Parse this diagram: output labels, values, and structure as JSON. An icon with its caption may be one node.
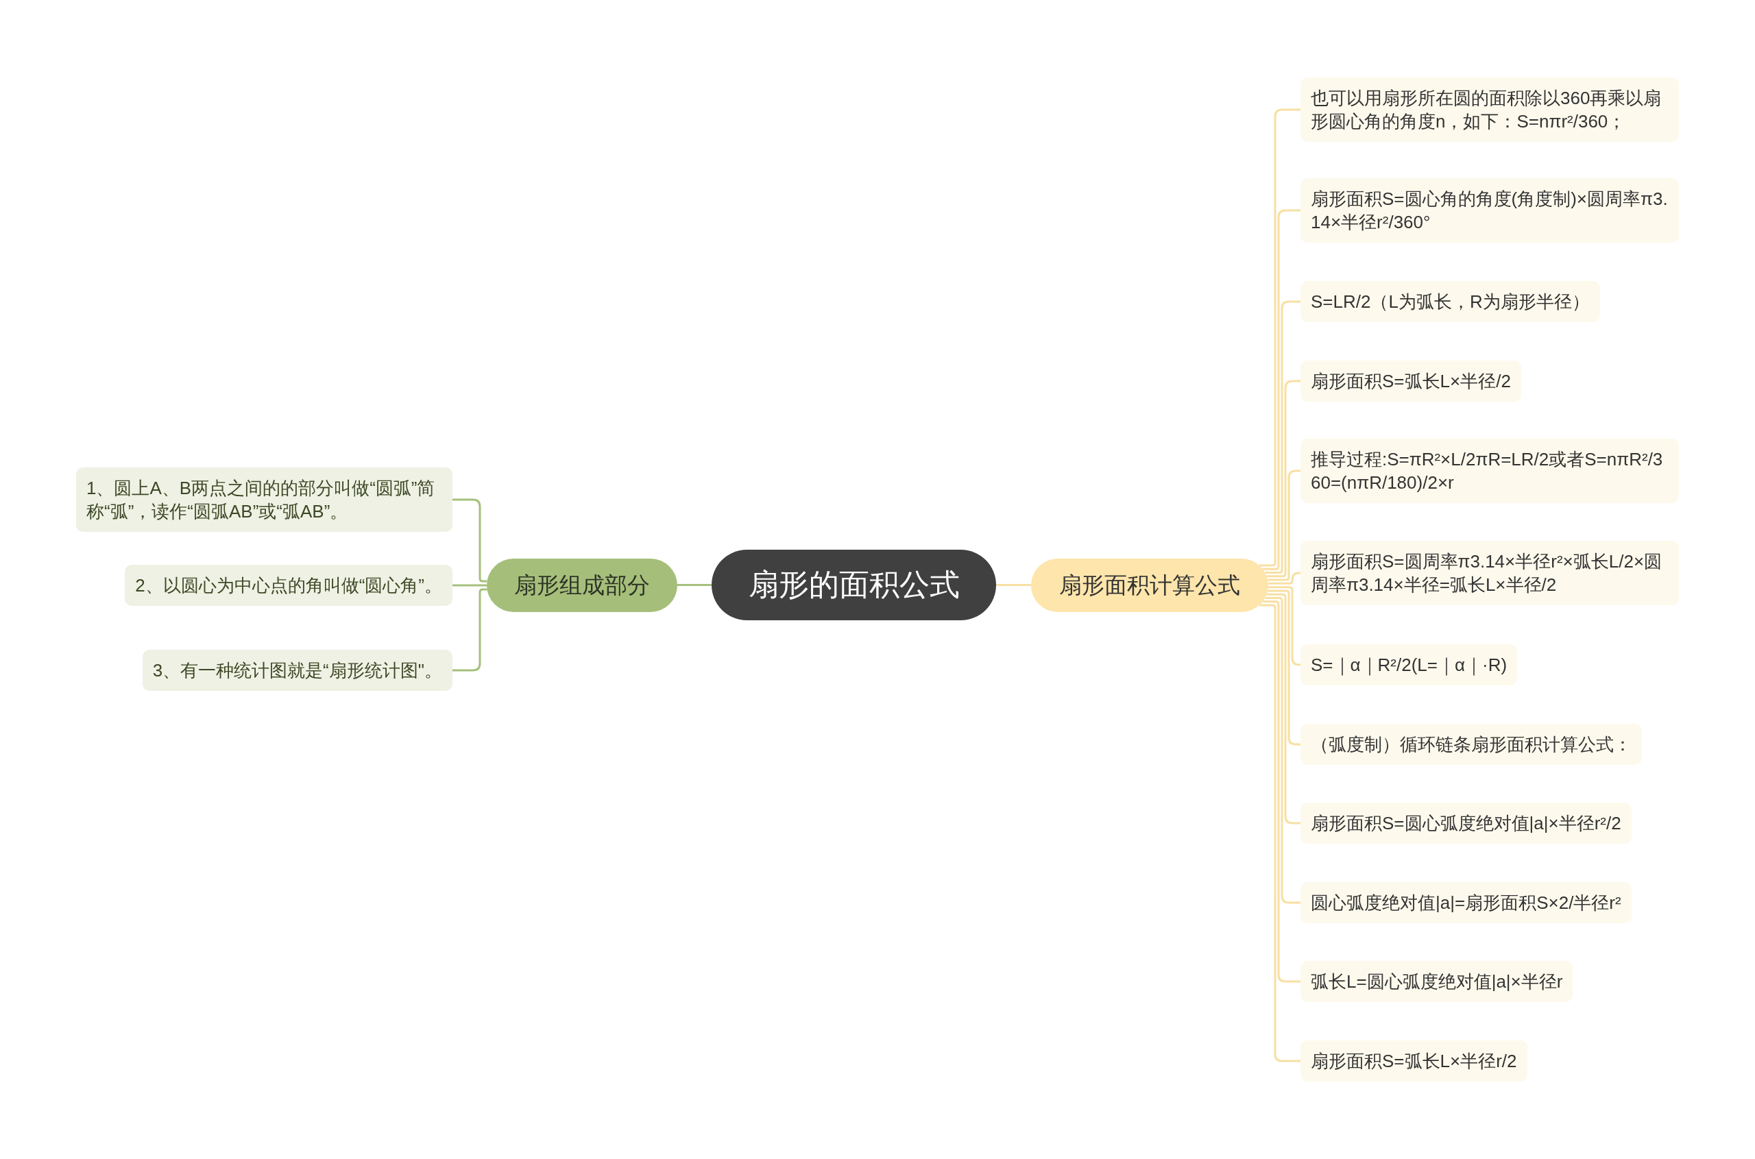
{
  "diagram": {
    "nodes": [
      {
        "text": [
          "扇形的面积公式"
        ]
      },
      {
        "text": [
          "扇形组成部分"
        ]
      },
      {
        "text": [
          "1、圆上A、B两点之间的的部分叫做“圆弧”简称“弧”，读作“圆弧AB”或“弧AB”。"
        ]
      },
      {
        "text": [
          "2、以圆心为中心点的角叫做“圆心角”。"
        ]
      },
      {
        "text": [
          "3、有一种统计图就是“扇形统计图\"。"
        ]
      },
      {
        "text": [
          "扇形面积计算公式"
        ]
      },
      {
        "text": [
          "也可以用扇形所在圆的面积除以360再乘以扇形圆心角的角度n，如下：S=nπr²/360；"
        ]
      },
      {
        "text": [
          "扇形面积S=圆心角的角度(角度制)×圆周率π3.14×半径r²/360°"
        ]
      },
      {
        "text": [
          "S=LR/2（L为弧长，R为扇形半径）"
        ]
      },
      {
        "text": [
          "扇形面积S=弧长L×半径/2"
        ]
      },
      {
        "text": [
          "推导过程:S=πR²×L/2πR=LR/2或者S=nπR²/360=(nπR/180)/2×r"
        ]
      },
      {
        "text": [
          "扇形面积S=圆周率π3.14×半径r²×弧长L/2×圆周率π3.14×半径=弧长L×半径/2"
        ]
      },
      {
        "text": [
          "S=｜α｜R²/2(L=｜α｜·R)"
        ]
      },
      {
        "text": [
          "（弧度制）循环链条扇形面积计算公式："
        ]
      },
      {
        "text": [
          "扇形面积S=圆心弧度绝对值|a|×半径r²/2"
        ]
      },
      {
        "text": [
          "圆心弧度绝对值|a|=扇形面积S×2/半径r²"
        ]
      },
      {
        "text": [
          "弧长L=圆心弧度绝对值|a|×半径r"
        ]
      },
      {
        "text": [
          "扇形面积S=弧长L×半径r/2"
        ]
      }
    ],
    "edges": [
      {
        "from": 0,
        "to": 1,
        "arrow": "none",
        "color": "#a6c07c"
      },
      {
        "from": 1,
        "to": 2,
        "arrow": "none",
        "color": "#a6c07c"
      },
      {
        "from": 1,
        "to": 3,
        "arrow": "none",
        "color": "#a6c07c"
      },
      {
        "from": 1,
        "to": 4,
        "arrow": "none",
        "color": "#a6c07c"
      },
      {
        "from": 0,
        "to": 5,
        "arrow": "none"
      },
      {
        "from": 5,
        "to": 6,
        "arrow": "none"
      },
      {
        "from": 5,
        "to": 7,
        "arrow": "none"
      },
      {
        "from": 5,
        "to": 8,
        "arrow": "none"
      },
      {
        "from": 5,
        "to": 9,
        "arrow": "none"
      },
      {
        "from": 5,
        "to": 10,
        "arrow": "none"
      },
      {
        "from": 5,
        "to": 11,
        "arrow": "none"
      },
      {
        "from": 5,
        "to": 12,
        "arrow": "none"
      },
      {
        "from": 5,
        "to": 13,
        "arrow": "none"
      },
      {
        "from": 5,
        "to": 14,
        "arrow": "none"
      },
      {
        "from": 5,
        "to": 15,
        "arrow": "none"
      },
      {
        "from": 5,
        "to": 16,
        "arrow": "none"
      },
      {
        "from": 5,
        "to": 17,
        "arrow": "none"
      }
    ]
  }
}
